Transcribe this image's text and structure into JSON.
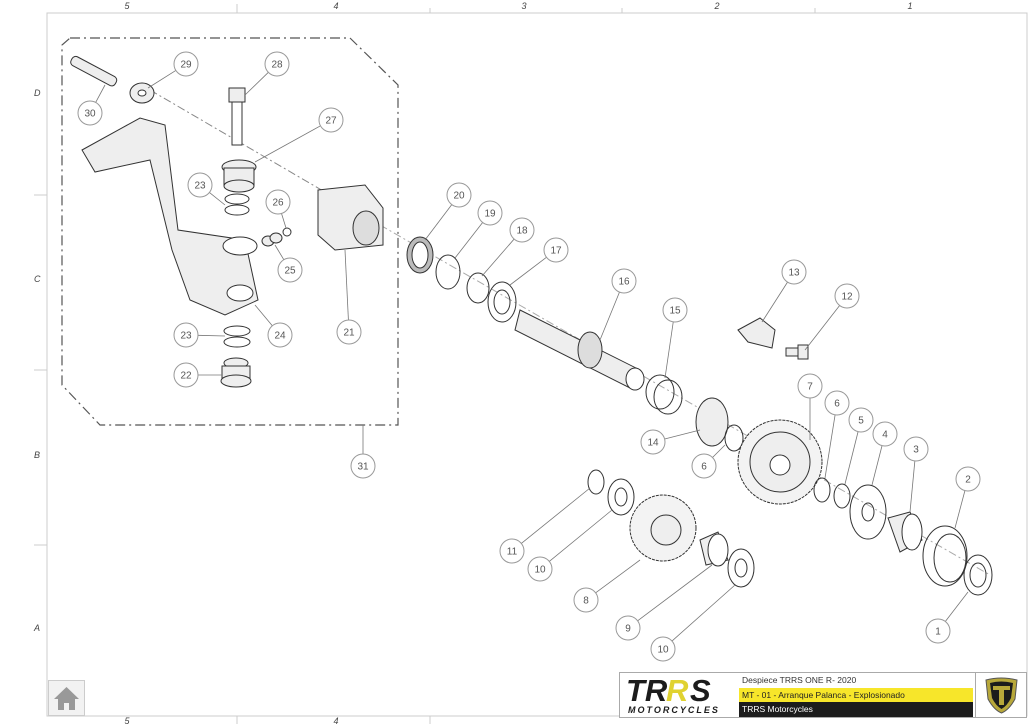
{
  "sheet": {
    "columns_top": [
      "5",
      "4",
      "3",
      "2",
      "1"
    ],
    "columns_bottom": [
      "5",
      "4"
    ],
    "rows": [
      "D",
      "C",
      "B",
      "A"
    ]
  },
  "callouts": [
    "30",
    "29",
    "28",
    "27",
    "23",
    "26",
    "25",
    "24",
    "23",
    "22",
    "21",
    "20",
    "19",
    "18",
    "17",
    "16",
    "15",
    "13",
    "12",
    "14",
    "7",
    "6",
    "5",
    "4",
    "3",
    "2",
    "6",
    "11",
    "10",
    "8",
    "9",
    "10",
    "1",
    "31"
  ],
  "title_block": {
    "logo_text": "TRRS",
    "logo_subtext": "MOTORCYCLES",
    "line1": "Despiece TRRS ONE R- 2020",
    "line2": "MT - 01 - Arranque Palanca - Explosionado",
    "line3": "TRRS Motorcycles",
    "accent_color": "#f7e62a"
  },
  "home_button": {
    "icon": "home-icon"
  }
}
